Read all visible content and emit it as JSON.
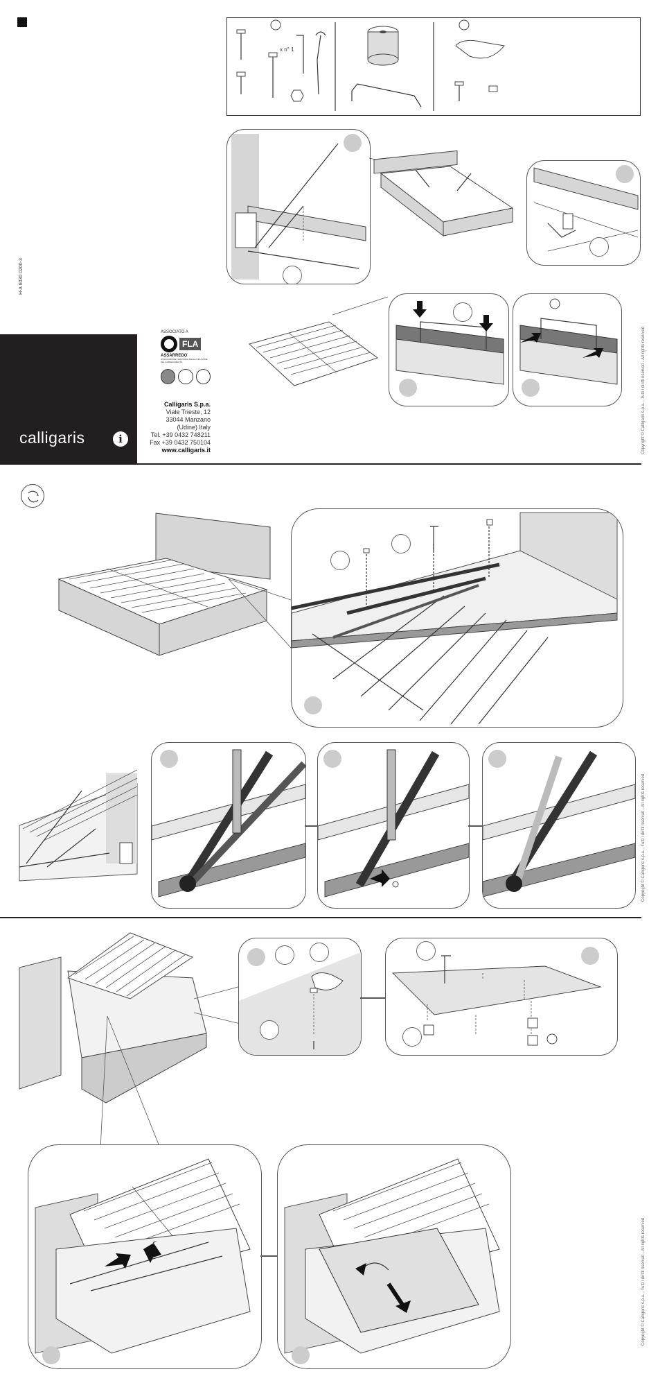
{
  "doc_code": "H-A 6030 0200-3",
  "brand": {
    "name": "calligaris",
    "logo_icon": "info-circle-icon"
  },
  "association": {
    "associated_label": "ASSOCIATO A",
    "fla_label": "FLA",
    "assarredo_label": "ASSARREDO",
    "assarredo_sub": "ASSOCIAZIONE NAZIONALE DELLE INDUSTRIE DELL'ARREDAMENTO"
  },
  "company": {
    "name": "Calligaris S.p.a.",
    "street": "Viale Trieste, 12",
    "city": "33044 Manzano",
    "region": "(Udine) Italy",
    "tel": "Tel. +39 0432 748211",
    "fax": "Fax +39 0432 750104",
    "web": "www.calligaris.it"
  },
  "copyright": "Copyright © Calligaris s.p.a. - Tutti i diritti riservati - All rights reserved",
  "parts": {
    "multiplier_label": "x n° 1"
  },
  "colors": {
    "ink": "#222222",
    "step_bubble": "#cccccc",
    "panel_fill": "#d6d6d6"
  }
}
